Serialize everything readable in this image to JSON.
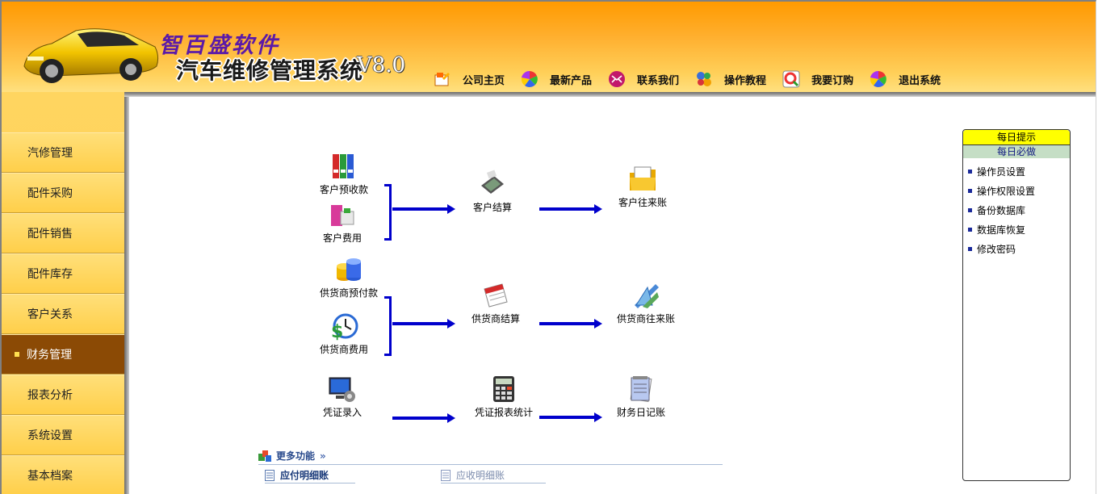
{
  "header": {
    "brand_company": "智百盛软件",
    "brand_product": "汽车维修管理系统",
    "version": "V8.0",
    "nav": [
      {
        "label": "公司主页",
        "icon": "home-icon"
      },
      {
        "label": "最新产品",
        "icon": "pinwheel-icon"
      },
      {
        "label": "联系我们",
        "icon": "mail-icon"
      },
      {
        "label": "操作教程",
        "icon": "tutorial-icon"
      },
      {
        "label": "我要订购",
        "icon": "search-order-icon"
      },
      {
        "label": "退出系统",
        "icon": "exit-icon"
      }
    ]
  },
  "sidebar": {
    "items": [
      {
        "label": "汽修管理",
        "active": false
      },
      {
        "label": "配件采购",
        "active": false
      },
      {
        "label": "配件销售",
        "active": false
      },
      {
        "label": "配件库存",
        "active": false
      },
      {
        "label": "客户关系",
        "active": false
      },
      {
        "label": "财务管理",
        "active": true
      },
      {
        "label": "报表分析",
        "active": false
      },
      {
        "label": "系统设置",
        "active": false
      },
      {
        "label": "基本档案",
        "active": false
      }
    ]
  },
  "flow": {
    "customer_prepay": "客户预收款",
    "customer_fee": "客户费用",
    "customer_settle": "客户结算",
    "customer_account": "客户往来账",
    "supplier_prepay": "供货商预付款",
    "supplier_fee": "供货商费用",
    "supplier_settle": "供货商结算",
    "supplier_account": "供货商往来账",
    "voucher_entry": "凭证录入",
    "voucher_stats": "凭证报表统计",
    "finance_journal": "财务日记账"
  },
  "more": {
    "title": "更多功能",
    "links": [
      "应付明细账",
      "应收明细账"
    ]
  },
  "tips": {
    "title": "每日提示",
    "subtitle": "每日必做",
    "items": [
      "操作员设置",
      "操作权限设置",
      "备份数据库",
      "数据库恢复",
      "修改密码"
    ]
  },
  "colors": {
    "header_orange": "#ff9a00",
    "sidebar_yellow": "#ffd560",
    "active_brown": "#8b4a05",
    "flow_blue": "#0000cc",
    "tip_yellow": "#ffff00"
  }
}
